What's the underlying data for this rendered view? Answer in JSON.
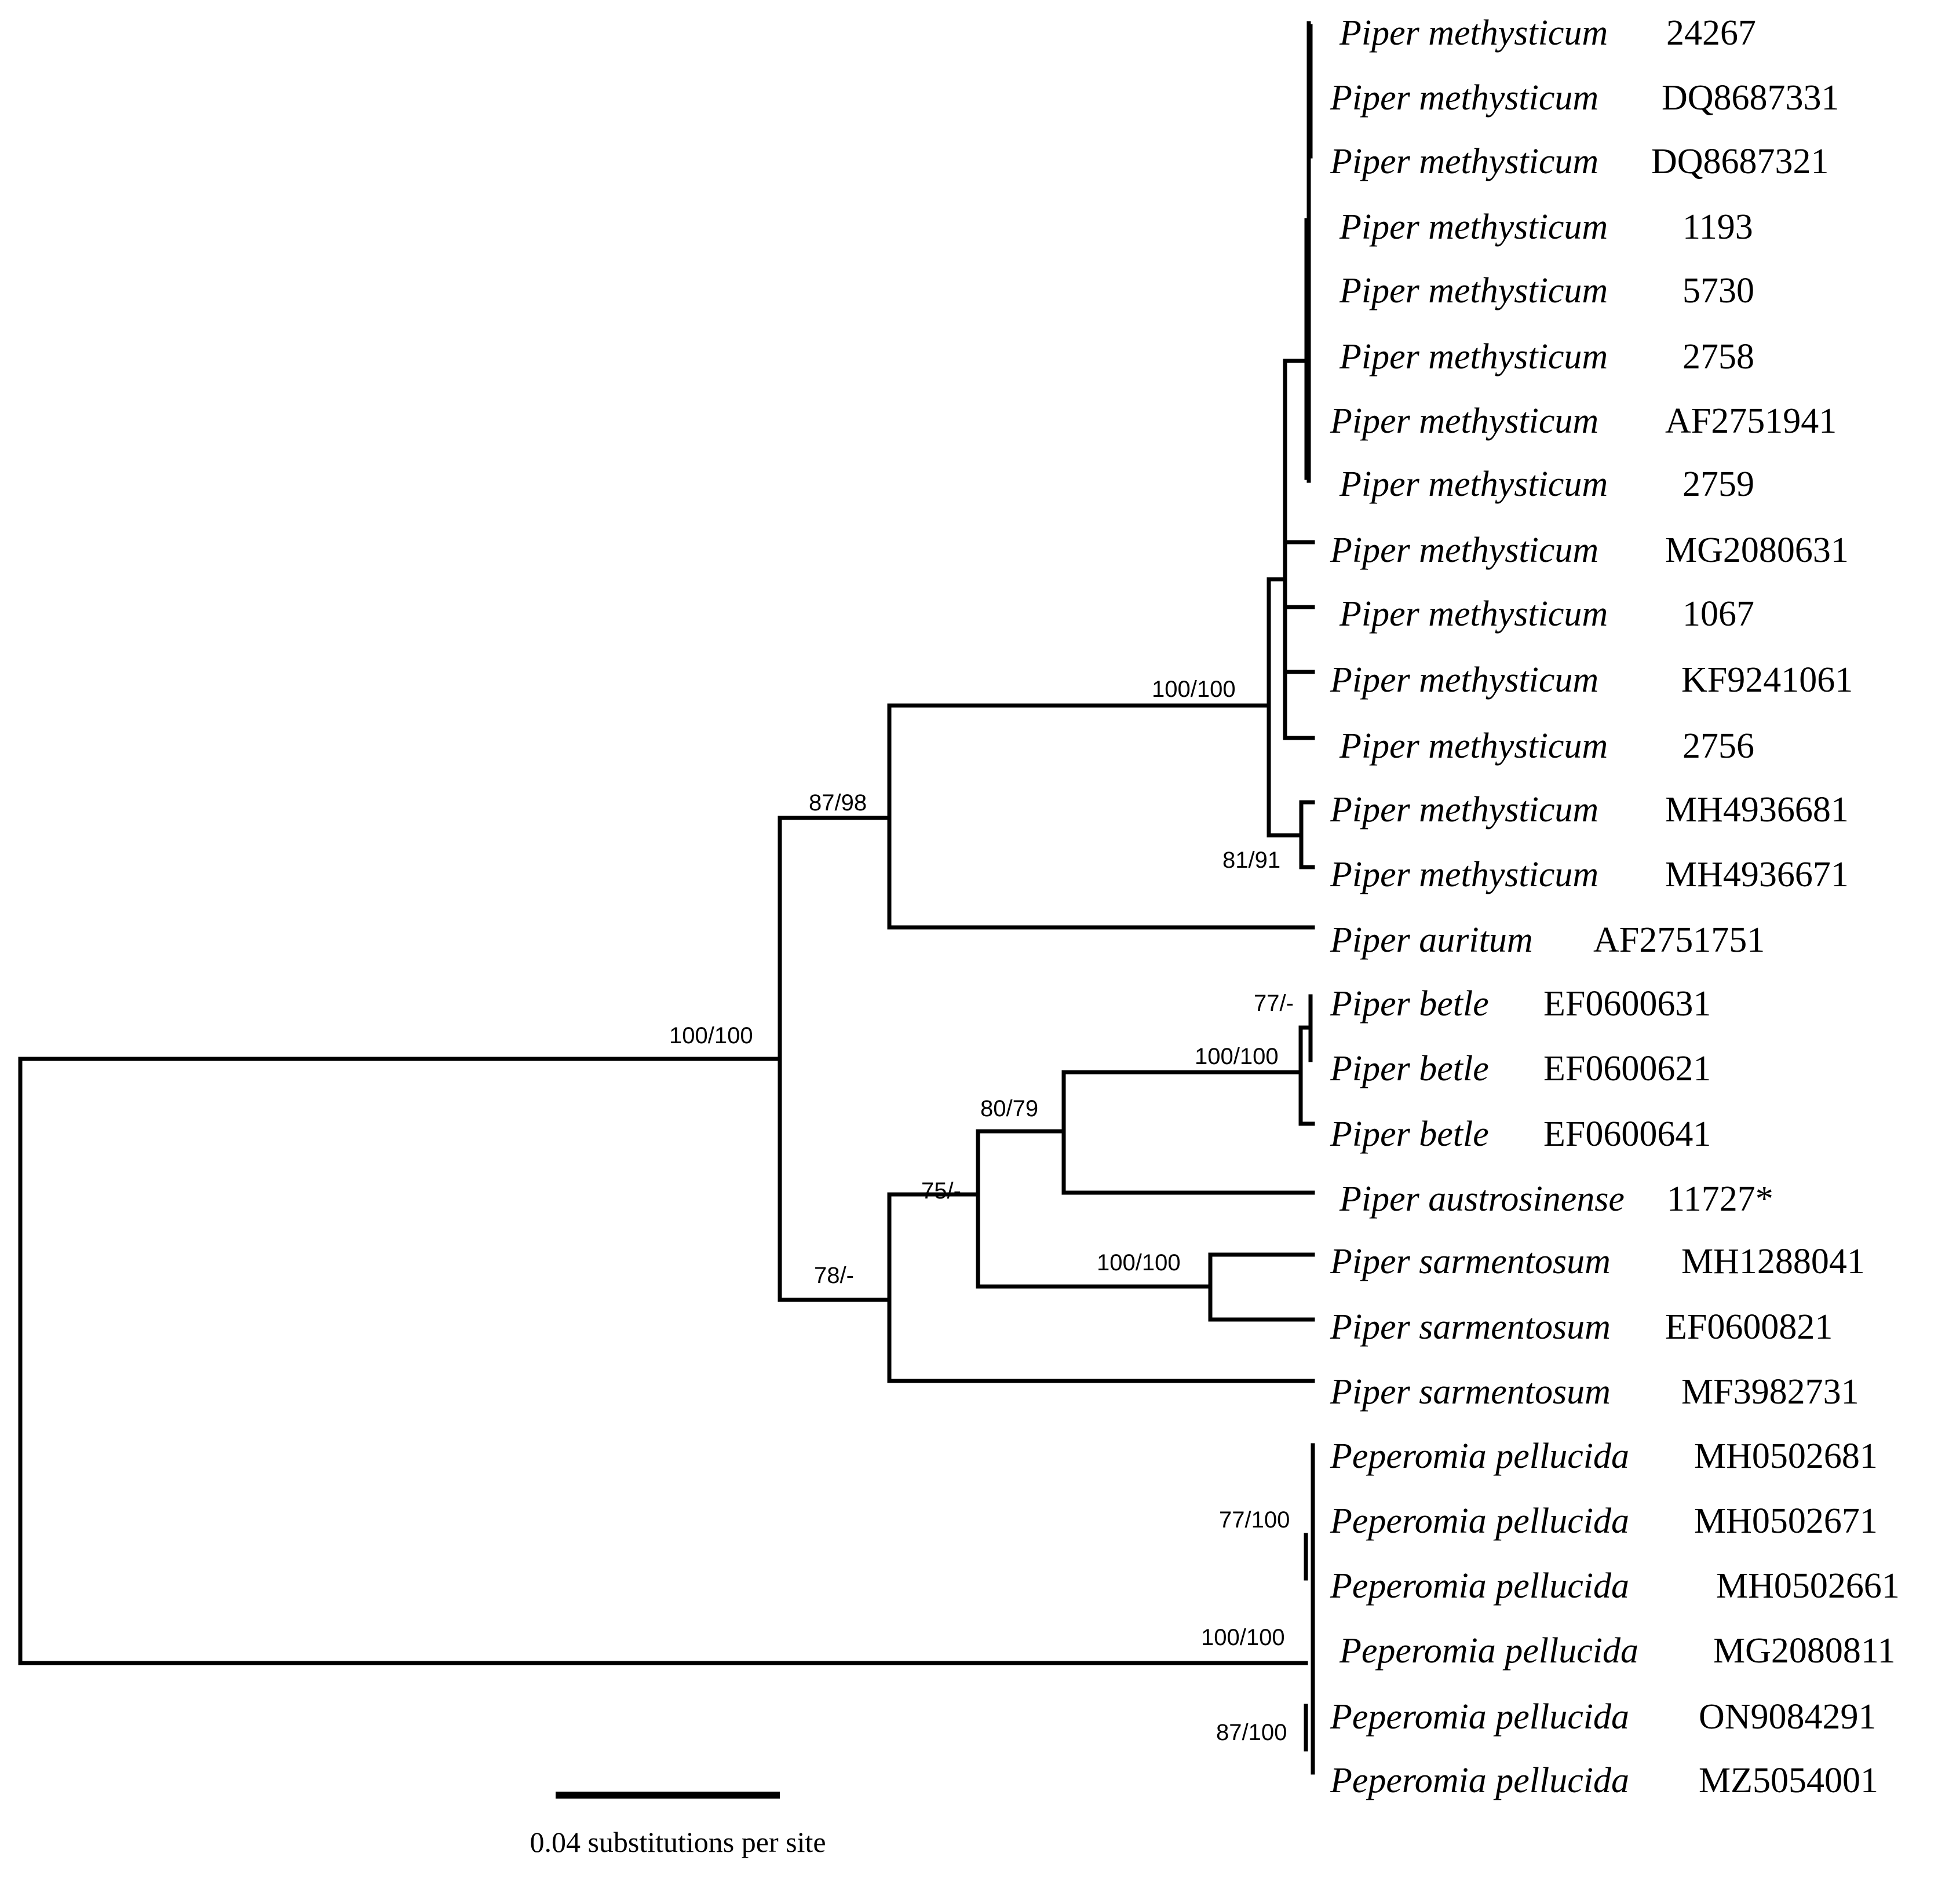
{
  "tips": [
    {
      "species": "Piper methysticum",
      "accession": "24267"
    },
    {
      "species": "Piper methysticum",
      "accession": "DQ8687331"
    },
    {
      "species": "Piper methysticum",
      "accession": "DQ8687321"
    },
    {
      "species": "Piper methysticum",
      "accession": "1193"
    },
    {
      "species": "Piper methysticum",
      "accession": "5730"
    },
    {
      "species": "Piper methysticum",
      "accession": "2758"
    },
    {
      "species": "Piper methysticum",
      "accession": "AF2751941"
    },
    {
      "species": "Piper methysticum",
      "accession": "2759"
    },
    {
      "species": "Piper methysticum",
      "accession": "MG2080631"
    },
    {
      "species": "Piper methysticum",
      "accession": "1067"
    },
    {
      "species": "Piper methysticum",
      "accession": "KF9241061"
    },
    {
      "species": "Piper methysticum",
      "accession": "2756"
    },
    {
      "species": "Piper methysticum",
      "accession": "MH4936681"
    },
    {
      "species": "Piper methysticum",
      "accession": "MH4936671"
    },
    {
      "species": "Piper auritum",
      "accession": "AF2751751"
    },
    {
      "species": "Piper betle",
      "accession": "EF0600631"
    },
    {
      "species": "Piper betle",
      "accession": "EF0600621"
    },
    {
      "species": "Piper betle",
      "accession": "EF0600641"
    },
    {
      "species": "Piper austrosinense",
      "accession": "11727*"
    },
    {
      "species": "Piper sarmentosum",
      "accession": "MH1288041"
    },
    {
      "species": "Piper sarmentosum",
      "accession": "EF0600821"
    },
    {
      "species": "Piper sarmentosum",
      "accession": "MF3982731"
    },
    {
      "species": "Peperomia pellucida",
      "accession": "MH0502681"
    },
    {
      "species": "Peperomia pellucida",
      "accession": "MH0502671"
    },
    {
      "species": "Peperomia pellucida",
      "accession": "MH0502661"
    },
    {
      "species": "Peperomia pellucida",
      "accession": "MG2080811"
    },
    {
      "species": "Peperomia pellucida",
      "accession": "ON9084291"
    },
    {
      "species": "Peperomia pellucida",
      "accession": "MZ5054001"
    }
  ],
  "support_values": {
    "methysticum_clade": "100/100",
    "methysticum_pair": "81/91",
    "methysticum_auritum": "87/98",
    "piper_root": "100/100",
    "betle_pair": "77/-",
    "betle_clade": "100/100",
    "betle_austrosinense": "80/79",
    "betle_sarmentosum": "75/-",
    "sarmentosum_pair": "100/100",
    "lower_piper": "78/-",
    "peperomia_upper": "77/100",
    "peperomia_clade": "100/100",
    "peperomia_lower": "87/100"
  },
  "scale_bar": {
    "label": "0.04 substitutions per site"
  }
}
